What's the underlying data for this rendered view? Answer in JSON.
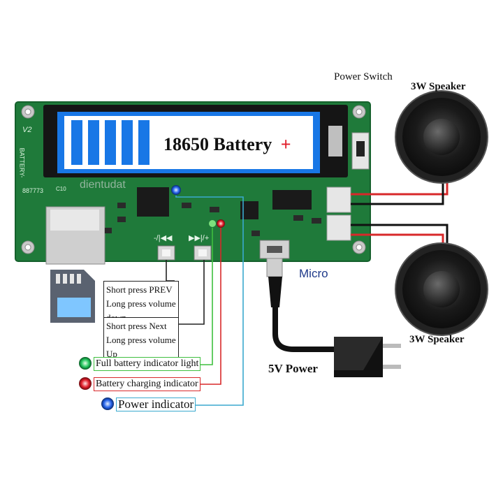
{
  "board": {
    "version_mark": "V2",
    "battery_side_label": "BATTERY-",
    "serial": "887773",
    "watermark": "dientudat",
    "cap_label": "C10",
    "prev_symbol": "-/|◀◀",
    "next_symbol": "▶▶|/+"
  },
  "battery": {
    "label": "18650 Battery",
    "plus": "+",
    "level_bars": 5
  },
  "labels": {
    "power_switch": "Power Switch",
    "speaker_top": "3W Speaker",
    "speaker_bottom": "3W Speaker",
    "micro": "Micro",
    "five_v_power": "5V Power",
    "prev_line1": "Short press PREV",
    "prev_line2": "Long press volume down",
    "next_line1": "Short press Next",
    "next_line2": "Long press volume Up",
    "full_battery": "Full battery indicator light",
    "charging": "Battery charging indicator",
    "power_indicator": "Power indicator"
  },
  "colors": {
    "pcb": "#1f7a3a",
    "battery_blue": "#1877e6",
    "full_battery_led": "#22c55e",
    "charging_led": "#e11d2a",
    "power_led": "#2563eb",
    "wire_green": "#3fbf3f",
    "wire_red": "#d8282a",
    "wire_cyan": "#3aa9cf",
    "micro_text": "#1f3a8a"
  }
}
